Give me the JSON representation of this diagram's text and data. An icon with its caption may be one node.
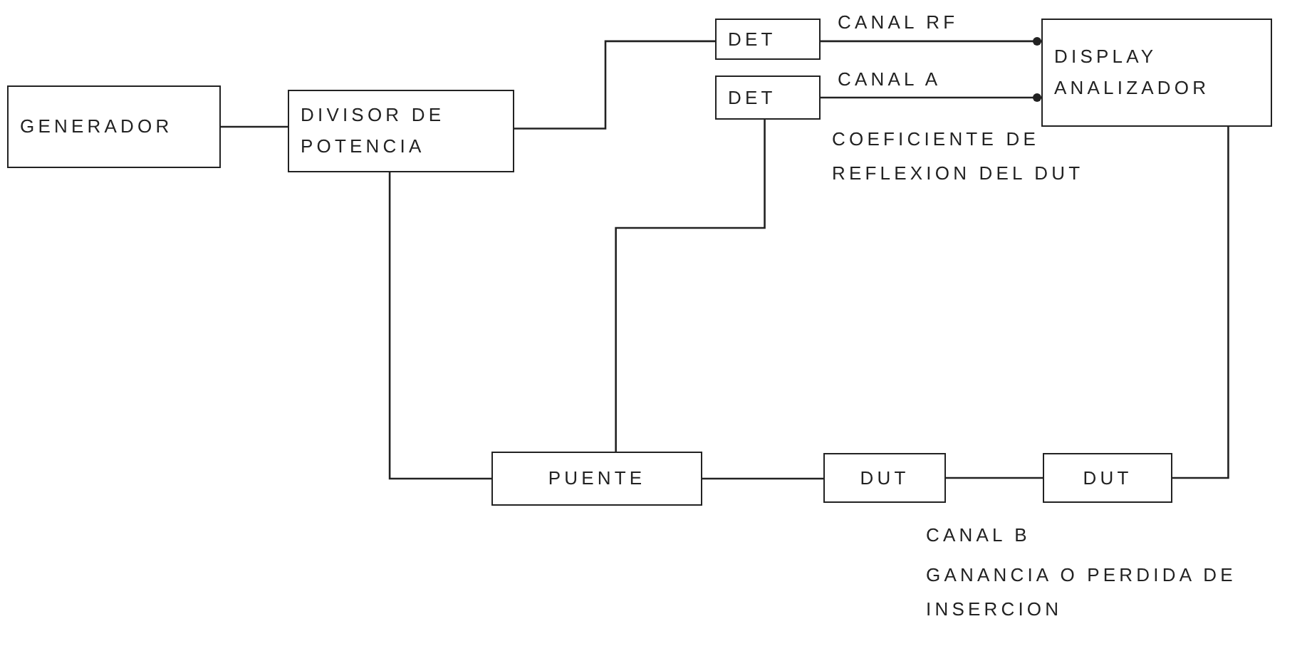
{
  "diagram": {
    "nodes": [
      {
        "text": [
          "GENERADOR"
        ]
      },
      {
        "text": [
          "DIVISOR DE POTENCIA"
        ]
      },
      {
        "text": [
          "DET"
        ]
      },
      {
        "text": [
          "DET"
        ]
      },
      {
        "text": [
          "DISPLAY ANALIZADOR"
        ]
      },
      {
        "text": [
          "PUENTE"
        ]
      },
      {
        "text": [
          "DUT"
        ]
      },
      {
        "text": [
          "DUT"
        ]
      }
    ],
    "edges": [
      {
        "from": 0,
        "to": 1,
        "arrow": "none"
      },
      {
        "from": 1,
        "to": 2,
        "arrow": "none"
      },
      {
        "from": 1,
        "to": 5,
        "arrow": "none"
      },
      {
        "from": 5,
        "to": 3,
        "arrow": "none"
      },
      {
        "from": 2,
        "to": 4,
        "arrow": "other",
        "label": "CANAL RF"
      },
      {
        "from": 3,
        "to": 4,
        "arrow": "other",
        "label": "CANAL A"
      },
      {
        "from": 5,
        "to": 6,
        "arrow": "none"
      },
      {
        "from": 6,
        "to": 7,
        "arrow": "none"
      },
      {
        "from": 7,
        "to": 4,
        "arrow": "none"
      }
    ],
    "labels": [
      "COEFICIENTE DE REFLEXION DEL DUT",
      "CANAL B",
      "GANANCIA O PERDIDA DE INSERCION"
    ]
  }
}
